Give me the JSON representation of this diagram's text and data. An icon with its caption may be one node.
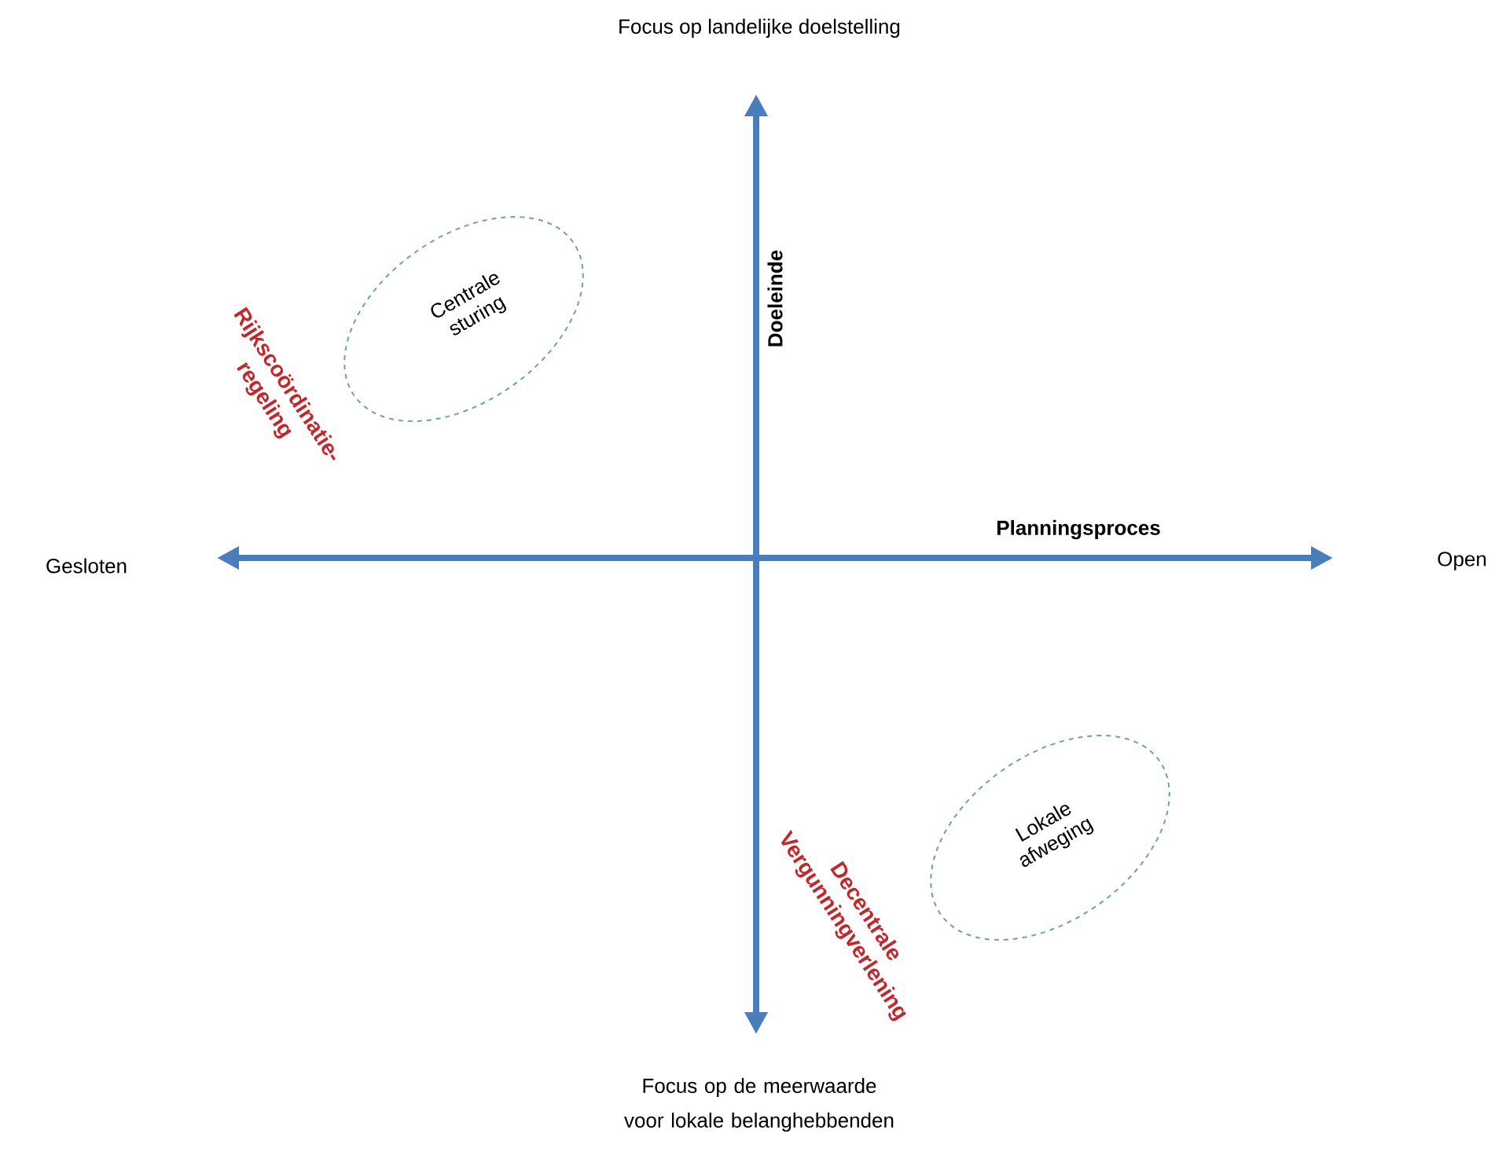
{
  "diagram": {
    "nodes": [
      {
        "text": [
          "Centrale sturing"
        ],
        "beside": [
          "Rijkscoördinatie- regeling"
        ]
      },
      {
        "text": [
          "Lokale afweging"
        ],
        "beside": [
          "Decentrale Vergunningverlening"
        ]
      }
    ],
    "edges": [],
    "labels": [
      "Focus op landelijke doelstelling",
      "Doeleinde",
      "Planningsproces",
      "Gesloten",
      "Open",
      "Focus op de meerwaarde voor lokale belanghebbenden"
    ]
  }
}
